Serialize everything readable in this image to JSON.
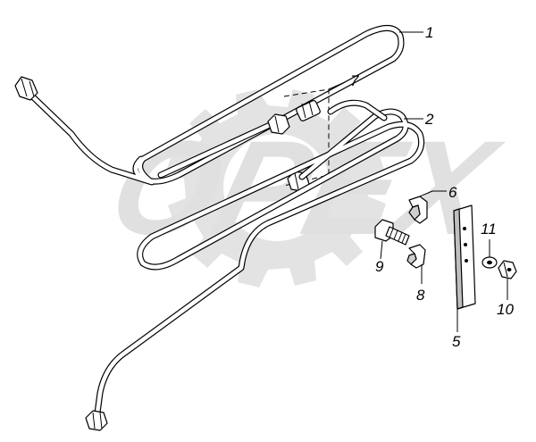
{
  "diagram": {
    "watermark": {
      "text": "OPEX",
      "color": "#d9d9d9"
    },
    "colors": {
      "line": "#000000",
      "background": "#ffffff",
      "part_fill": "#ffffff",
      "part_shade": "#bfbfbf"
    },
    "callouts": [
      {
        "id": "1",
        "label": "1"
      },
      {
        "id": "2",
        "label": "2"
      },
      {
        "id": "5",
        "label": "5"
      },
      {
        "id": "6",
        "label": "6"
      },
      {
        "id": "7",
        "label": "7"
      },
      {
        "id": "8",
        "label": "8"
      },
      {
        "id": "9",
        "label": "9"
      },
      {
        "id": "10",
        "label": "10"
      },
      {
        "id": "11",
        "label": "11"
      }
    ]
  }
}
